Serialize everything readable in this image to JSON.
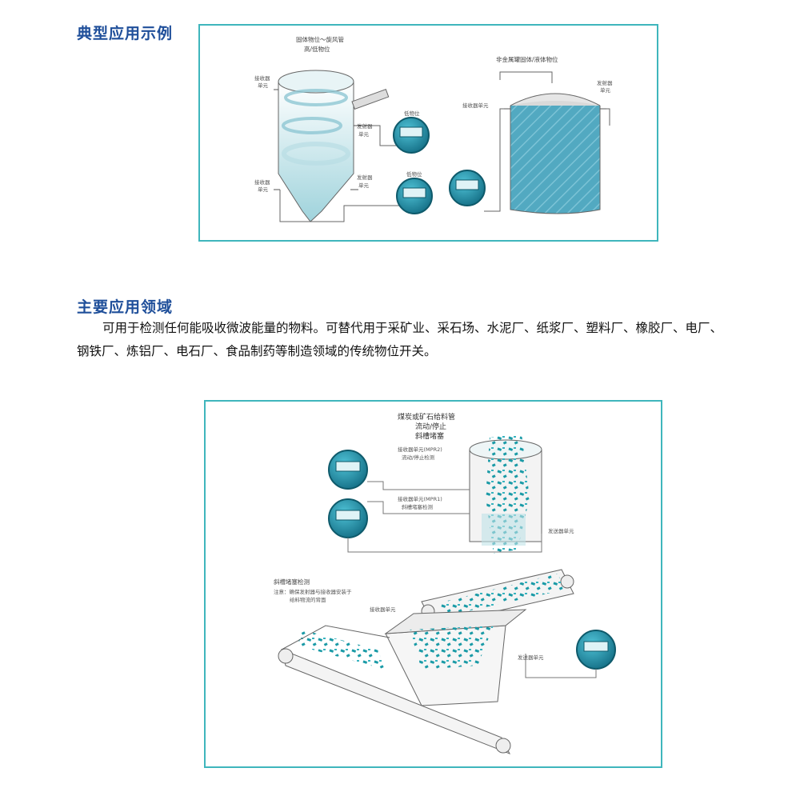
{
  "section1": {
    "title": "典型应用示例"
  },
  "section2": {
    "title": "主要应用领域",
    "text": "可用于检测任何能吸收微波能量的物料。可替代用于采矿业、采石场、水泥厂、纸浆厂、塑料厂、橡胶厂、电厂、钢铁厂、炼铝厂、电石厂、食品制药等制造领域的传统物位开关。"
  },
  "figure1": {
    "silo_title_1": "固体物位～旋风管",
    "silo_title_2": "高/低物位",
    "receiver_top": [
      "接收器",
      "单元"
    ],
    "emitter_top": [
      "发射器",
      "单元"
    ],
    "receiver_bottom": [
      "接收器",
      "单元"
    ],
    "emitter_bottom": [
      "发射器",
      "单元"
    ],
    "tank_title": "非金属罐固体/液体物位",
    "tank_receiver": "接收器单元",
    "tank_emitter": [
      "发射器",
      "单元"
    ],
    "gauge_small_1": "低物位",
    "gauge_small_2": "低物位"
  },
  "figure2": {
    "title_1": "煤炭或矿石给料管",
    "title_2": "流动/停止",
    "title_3": "斜槽堵塞",
    "receiver_mpr2": "接收器单元(MPR2)",
    "receiver_mpr2_sub": "流动/停止检测",
    "receiver_mpr1": "接收器单元(MPR1)",
    "receiver_mpr1_sub": "斜槽堵塞检测",
    "emitter_top": "发送器单元",
    "chute_title": "斜槽堵塞检测",
    "chute_note_1": "注意：确保发射器与接收器安装于",
    "chute_note_2": "给料物流的背面",
    "receiver_mid": "接收器单元",
    "emitter_right": "发送器单元"
  },
  "colors": {
    "heading": "#1f4f9a",
    "frame": "#3fb6bc",
    "material": "#1a9aa6",
    "gauge": "#1b8fa2"
  }
}
